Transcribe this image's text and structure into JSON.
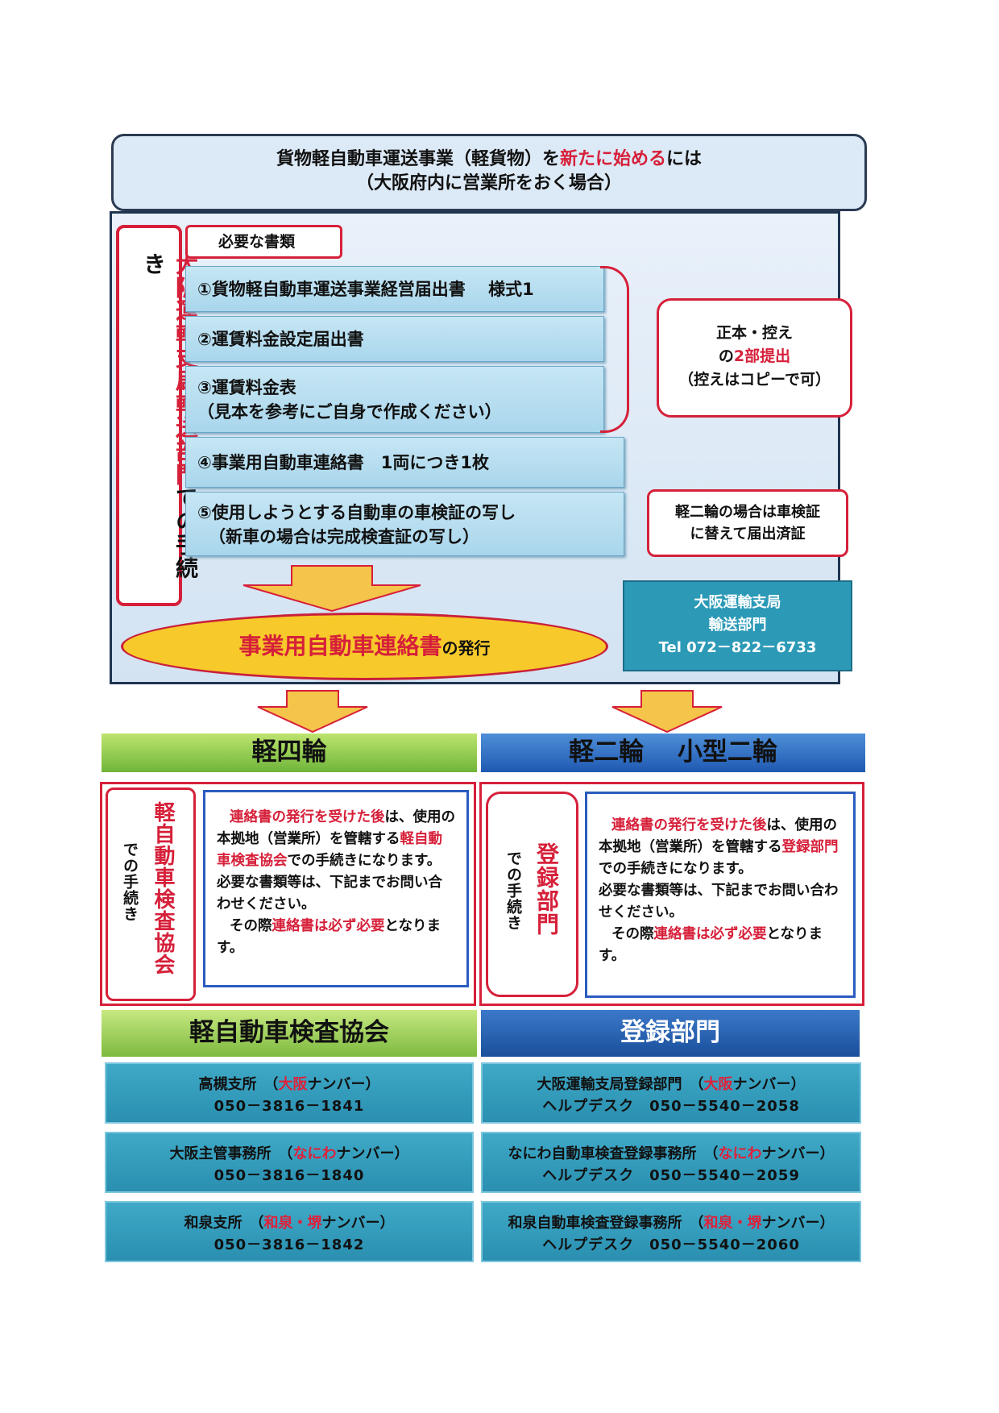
{
  "header": {
    "line1_pre": "貨物軽自動車運送事業（軽貨物）を",
    "line1_red": "新たに始める",
    "line1_post": "には",
    "line2": "（大阪府内に営業所をおく場合）"
  },
  "left_vertical": {
    "red": "大阪運輸支局輸送部門",
    "black": "での手続き"
  },
  "required_docs_label": "必要な書類",
  "docs": [
    {
      "line1": "①貨物軽自動車運送事業経営届出書　 様式1"
    },
    {
      "line1": "②運賃料金設定届出書"
    },
    {
      "line1": "③運賃料金表",
      "line2": "（見本を参考にご自身で作成ください）"
    },
    {
      "line1": "④事業用自動車連絡書　1両につき1枚"
    },
    {
      "line1": "⑤使用しようとする自動車の車検証の写し",
      "line2": "（新車の場合は完成検査証の写し）"
    }
  ],
  "copies_note": {
    "line1": "正本・控え",
    "line2_pre": "の",
    "line2_red": "2部提出",
    "line3": "（控えはコピーで可）"
  },
  "motorcycle_note": {
    "line1": "軽二輪の場合は車検証",
    "line2": "に替えて届出済証"
  },
  "issuance": {
    "red": "事業用自動車連絡書",
    "black": "の発行"
  },
  "contact": {
    "line1": "大阪運輸支局",
    "line2": "輸送部門",
    "line3": "Tel 072－822－6733"
  },
  "bars": {
    "left": "軽四輪",
    "right": "軽二輪　 小型二輪"
  },
  "left_procedure": {
    "vertical_red": "軽自動車検査協会",
    "vertical_black": "での手続き",
    "p1_red": "連絡書の発行を受けた後",
    "p1_a": "は、使用の本拠地（営業所）を管轄する",
    "p1_red2": "軽自動車検査協会",
    "p1_b": "での手続きになります。",
    "p2": "必要な書類等は、下記までお問い合わせください。",
    "p3_pre": "その際",
    "p3_red": "連絡書は必ず必要",
    "p3_post": "となります。"
  },
  "right_procedure": {
    "vertical_red": "登録部門",
    "vertical_black": "での手続き",
    "p1_red": "連絡書の発行を受けた後",
    "p1_a": "は、使用の本拠地（営業所）を管轄する",
    "p1_red2": "登録部門",
    "p1_b": "での手続きになります。",
    "p2": "必要な書類等は、下記までお問い合わせください。",
    "p3_pre": "その際",
    "p3_red": "連絡書は必ず必要",
    "p3_post": "となります。"
  },
  "labels": {
    "left": "軽自動車検査協会",
    "right": "登録部門"
  },
  "offices_left": [
    {
      "name": "高槻支所",
      "plate_red": "大阪",
      "plate": "ナンバー",
      "tel": "050－3816－1841"
    },
    {
      "name": "大阪主管事務所",
      "plate_red": "なにわ",
      "plate": "ナンバー",
      "tel": "050－3816－1840"
    },
    {
      "name": "和泉支所",
      "plate_red": "和泉・堺",
      "plate": "ナンバー",
      "tel": "050－3816－1842"
    }
  ],
  "offices_right": [
    {
      "name": "大阪運輸支局登録部門",
      "plate_red": "大阪",
      "plate": "ナンバー",
      "tel": "ヘルプデスク　050－5540－2058"
    },
    {
      "name": "なにわ自動車検査登録事務所",
      "plate_red": "なにわ",
      "plate": "ナンバー",
      "tel": "ヘルプデスク　050－5540－2059"
    },
    {
      "name": "和泉自動車検査登録事務所",
      "plate_red": "和泉・堺",
      "plate": "ナンバー",
      "tel": "ヘルプデスク　050－5540－2060"
    }
  ]
}
